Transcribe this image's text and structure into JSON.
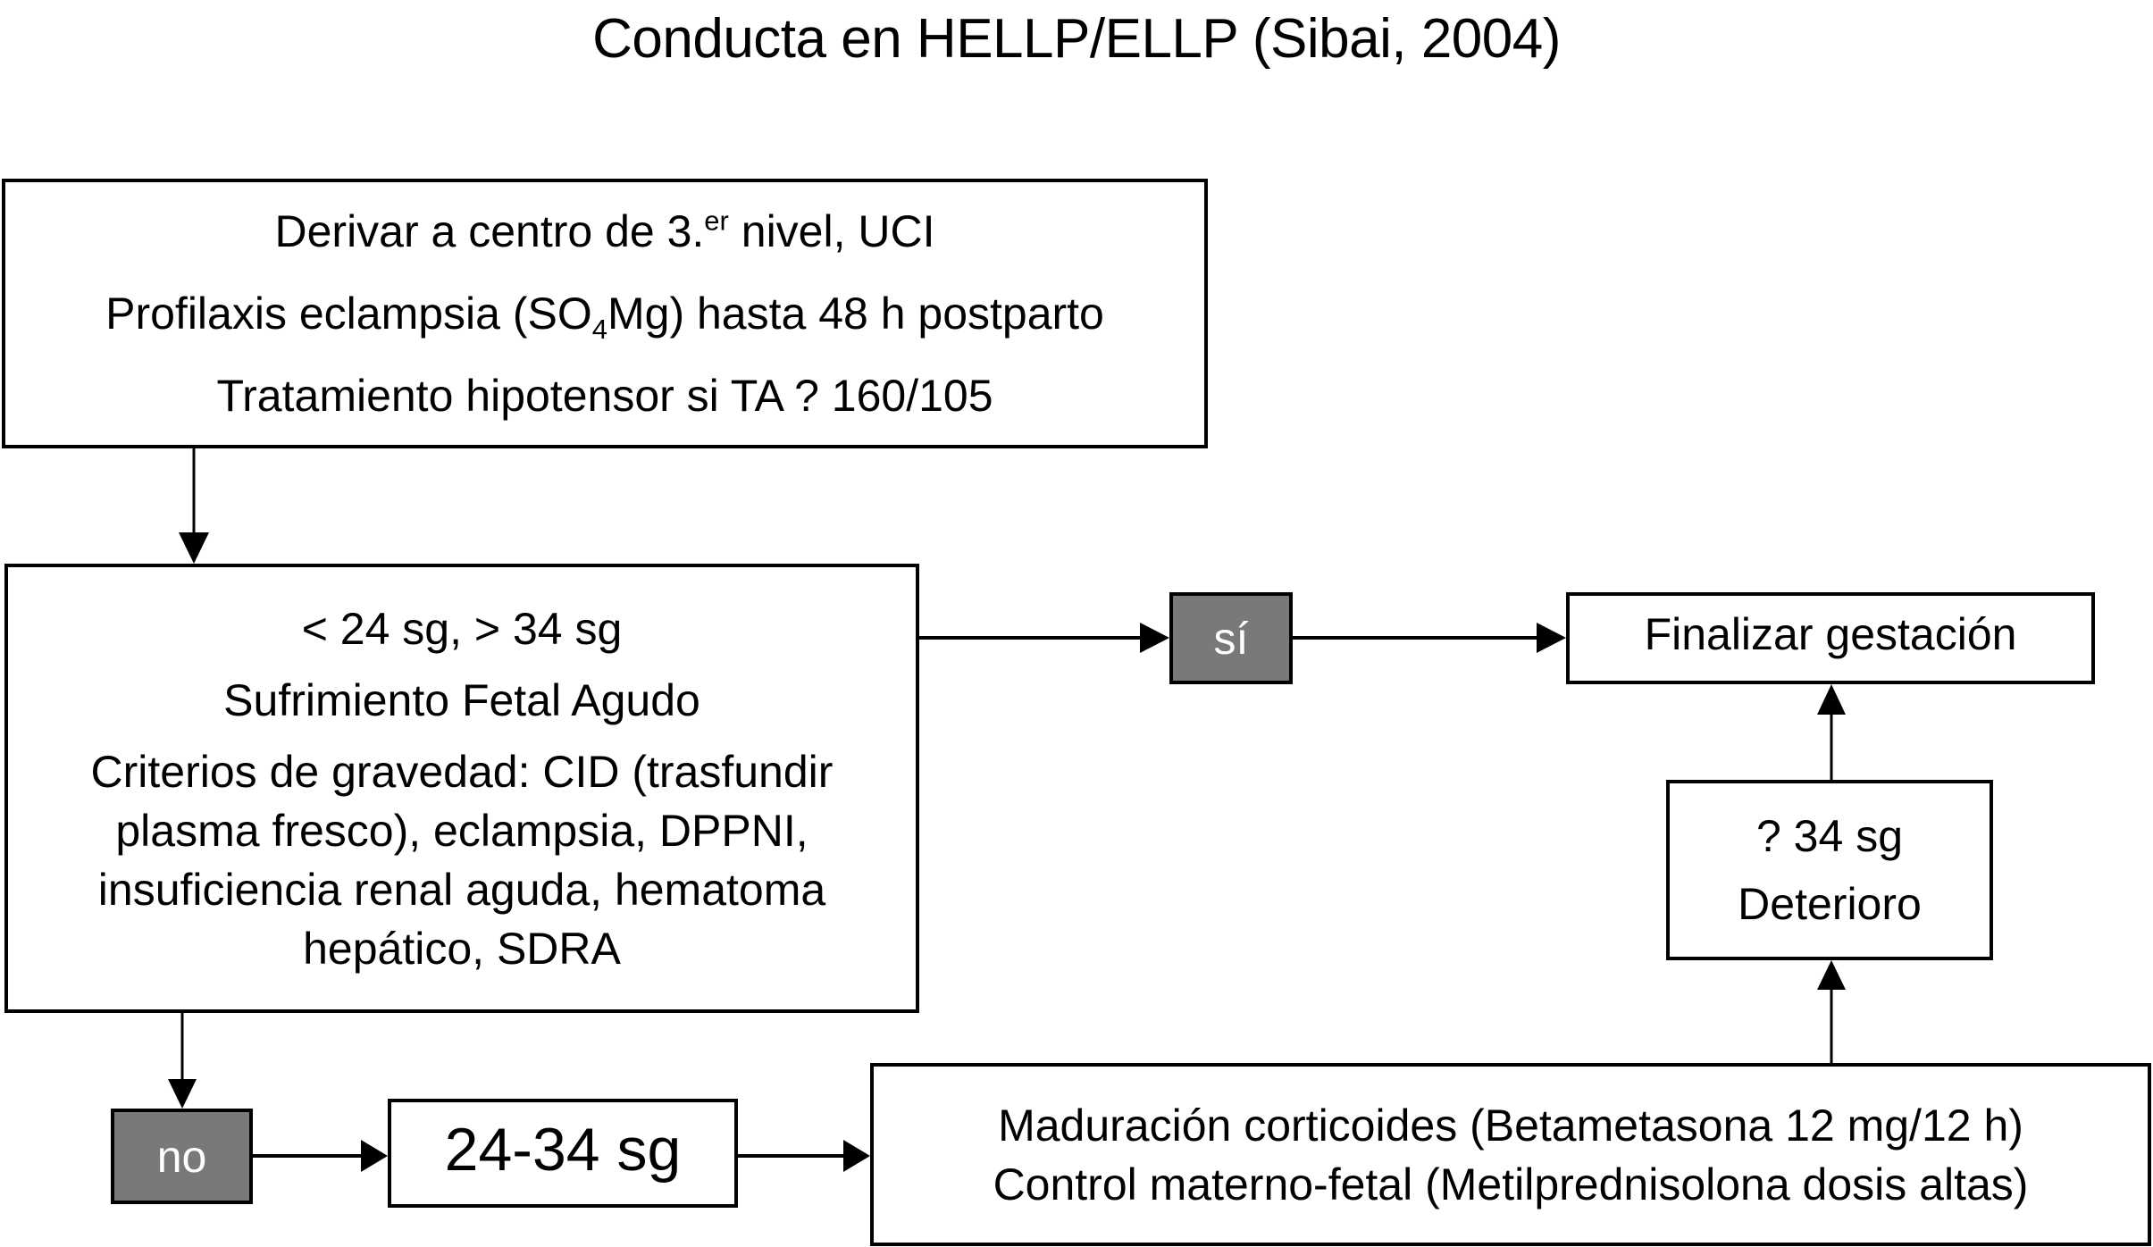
{
  "title": "Conducta en HELLP/ELLP (Sibai, 2004)",
  "colors": {
    "decision_fill": "#797979",
    "decision_text": "#ffffff",
    "box_border": "#000000",
    "box_fill": "#ffffff"
  },
  "nodes": {
    "initial": {
      "line1_pre": "Derivar a centro de 3.",
      "line1_sup": "er",
      "line1_post": " nivel, UCI",
      "line2_pre": "Profilaxis eclampsia (SO",
      "line2_sub": "4",
      "line2_post": "Mg) hasta 48 h postparto",
      "line3": "Tratamiento hipotensor si TA ? 160/105"
    },
    "criteria": {
      "line1": "< 24 sg, > 34 sg",
      "line2": "Sufrimiento Fetal Agudo",
      "line3": "Criterios de gravedad: CID (trasfundir plasma fresco), eclampsia, DPPNI, insuficiencia renal aguda, hematoma hepático, SDRA"
    },
    "yes": {
      "label": "sí"
    },
    "no": {
      "label": "no"
    },
    "end": {
      "label": "Finalizar gestación"
    },
    "deterioration": {
      "line1": "? 34 sg",
      "line2": "Deterioro"
    },
    "range": {
      "label": "24-34 sg"
    },
    "maturation": {
      "line1": "Maduración corticoides (Betametasona 12 mg/12 h)",
      "line2": "Control materno-fetal (Metilprednisolona dosis altas)"
    }
  },
  "edges": [
    {
      "from": "initial",
      "to": "criteria"
    },
    {
      "from": "criteria",
      "to": "yes"
    },
    {
      "from": "yes",
      "to": "end"
    },
    {
      "from": "criteria",
      "to": "no"
    },
    {
      "from": "no",
      "to": "range"
    },
    {
      "from": "range",
      "to": "maturation"
    },
    {
      "from": "maturation",
      "to": "deterioration"
    },
    {
      "from": "deterioration",
      "to": "end"
    }
  ]
}
